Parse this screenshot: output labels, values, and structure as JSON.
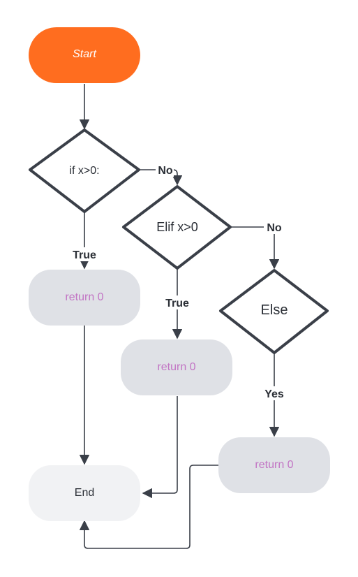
{
  "colors": {
    "start_fill": "#ff6d1f",
    "start_text": "#ffffff",
    "return_fill": "#dfe1e6",
    "return_text": "#c274c4",
    "end_fill": "#f1f2f4",
    "end_text": "#2b2f36",
    "diamond_stroke": "#3a3f48",
    "line": "#3a3f48"
  },
  "nodes": {
    "start": "Start",
    "if": "if x>0:",
    "elif": "Elif x>0",
    "else": "Else",
    "return_true": "return 0",
    "return_elif": "return 0",
    "return_else": "return 0",
    "end": "End"
  },
  "edges": {
    "if_no": "No",
    "if_true": "True",
    "elif_no": "No",
    "elif_true": "True",
    "else_yes": "Yes"
  }
}
